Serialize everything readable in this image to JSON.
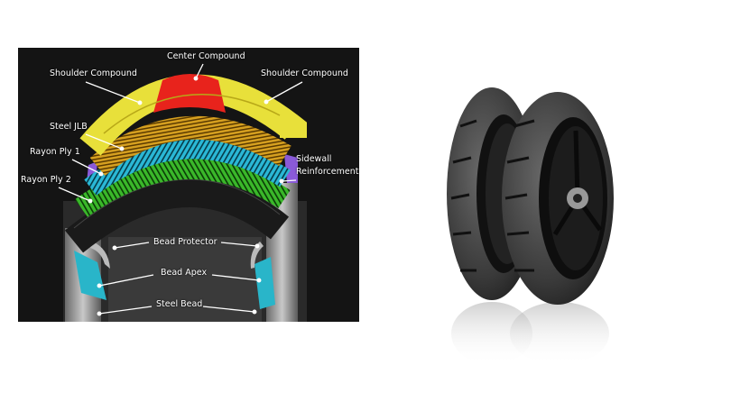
{
  "diagram": {
    "labels": {
      "center_compound": "Center Compound",
      "shoulder_compound_left": "Shoulder Compound",
      "shoulder_compound_right": "Shoulder Compound",
      "steel_jlb": "Steel JLB",
      "rayon_ply_1": "Rayon Ply 1",
      "rayon_ply_2": "Rayon Ply 2",
      "sidewall_reinforcement_line1": "Sidewall",
      "sidewall_reinforcement_line2": "Reinforcement",
      "bead_protector": "Bead Protector",
      "bead_apex": "Bead Apex",
      "steel_bead": "Steel Bead"
    },
    "colors": {
      "background": "#141414",
      "center_compound": "#e8231c",
      "shoulder_compound": "#e8e03a",
      "steel_jlb": "#d6a020",
      "rayon_ply_1": "#2ab8d6",
      "rayon_ply_2": "#3ab82a",
      "sidewall_reinforcement": "#8a5ad8",
      "bead_apex": "#29b5c9"
    }
  },
  "photo": {
    "subject": "motorcycle-tire-pair"
  }
}
